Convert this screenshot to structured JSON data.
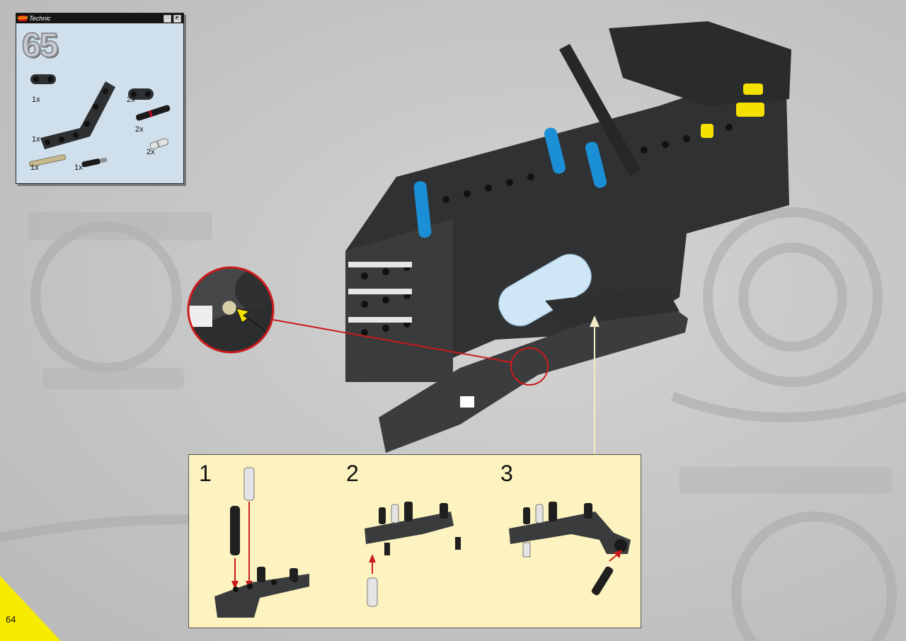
{
  "window": {
    "brand": "LEGO",
    "title": "Technic",
    "btn_restore": "□",
    "btn_close": "◩"
  },
  "step": {
    "number": "65"
  },
  "parts": [
    {
      "id": "p1",
      "qty": "1x",
      "icon": "pin-connector-icon"
    },
    {
      "id": "p2",
      "qty": "1x",
      "icon": "bent-liftarm-icon"
    },
    {
      "id": "p3",
      "qty": "2x",
      "icon": "axle-pin-connector-icon"
    },
    {
      "id": "p4",
      "qty": "2x",
      "icon": "long-pin-icon"
    },
    {
      "id": "p5",
      "qty": "2x",
      "icon": "friction-pin-icon"
    },
    {
      "id": "p6",
      "qty": "1x",
      "icon": "axle-icon"
    },
    {
      "id": "p7",
      "qty": "1x",
      "icon": "axle-pin-icon"
    }
  ],
  "substeps": [
    {
      "number": "1"
    },
    {
      "number": "2"
    },
    {
      "number": "3"
    }
  ],
  "page": {
    "number": "64"
  },
  "colors": {
    "callout_red": "#cc1a1a",
    "corner_yellow": "#f7ec00",
    "substep_bg": "#fcf3c0",
    "parts_bg": "#cfe0ec",
    "brick_dark": "#2e2f31",
    "accent_blue": "#1a8fd6",
    "accent_yellow": "#f4e100"
  }
}
